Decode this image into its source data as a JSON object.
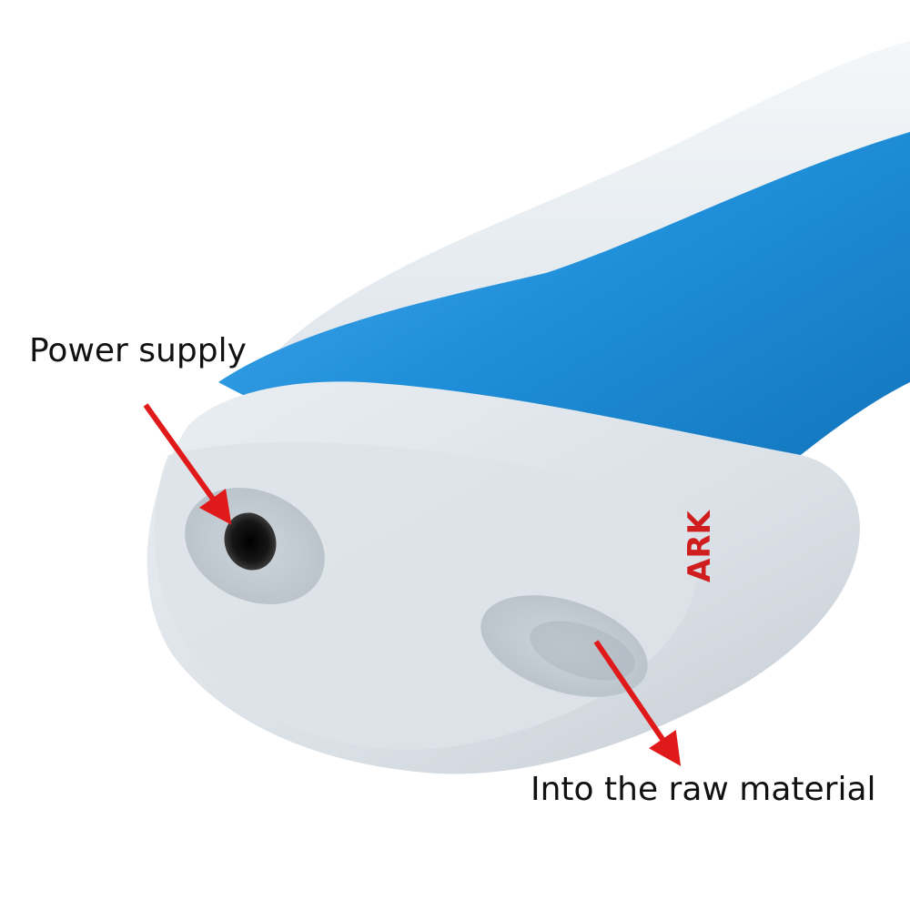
{
  "annotations": {
    "power_supply_label": "Power supply",
    "raw_material_label": "Into the raw material"
  },
  "brand_mark": "ARK",
  "colors": {
    "body_blue": "#1f8fd9",
    "shell_white": "#e6ecf0",
    "arrow_red": "#e01a1a",
    "brand_red": "#d01e1e",
    "brand_black": "#111111"
  }
}
